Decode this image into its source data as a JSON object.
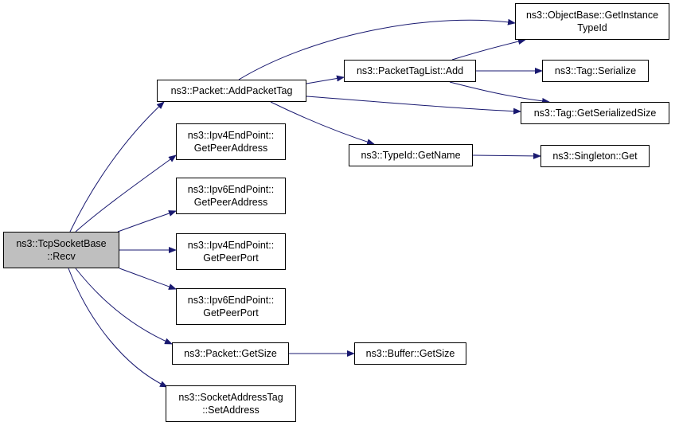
{
  "colors": {
    "edge": "#191970",
    "root_fill": "#bfbfbf",
    "node_fill": "#ffffff",
    "border": "#000000"
  },
  "nodes": {
    "tcp_recv": {
      "label": "ns3::TcpSocketBase\n::Recv"
    },
    "add_packet_tag": {
      "label": "ns3::Packet::AddPacketTag"
    },
    "ipv4_get_peer_address": {
      "label": "ns3::Ipv4EndPoint::\nGetPeerAddress"
    },
    "ipv6_get_peer_address": {
      "label": "ns3::Ipv6EndPoint::\nGetPeerAddress"
    },
    "ipv4_get_peer_port": {
      "label": "ns3::Ipv4EndPoint::\nGetPeerPort"
    },
    "ipv6_get_peer_port": {
      "label": "ns3::Ipv6EndPoint::\nGetPeerPort"
    },
    "packet_get_size": {
      "label": "ns3::Packet::GetSize"
    },
    "socket_address_tag_set_address": {
      "label": "ns3::SocketAddressTag\n::SetAddress"
    },
    "packet_tag_list_add": {
      "label": "ns3::PacketTagList::Add"
    },
    "object_base_get_instance_type_id": {
      "label": "ns3::ObjectBase::GetInstance\nTypeId"
    },
    "tag_serialize": {
      "label": "ns3::Tag::Serialize"
    },
    "tag_get_serialized_size": {
      "label": "ns3::Tag::GetSerializedSize"
    },
    "type_id_get_name": {
      "label": "ns3::TypeId::GetName"
    },
    "singleton_get": {
      "label": "ns3::Singleton::Get"
    },
    "buffer_get_size": {
      "label": "ns3::Buffer::GetSize"
    }
  },
  "edges": [
    {
      "from": "tcp_recv",
      "to": "add_packet_tag"
    },
    {
      "from": "tcp_recv",
      "to": "ipv4_get_peer_address"
    },
    {
      "from": "tcp_recv",
      "to": "ipv6_get_peer_address"
    },
    {
      "from": "tcp_recv",
      "to": "ipv4_get_peer_port"
    },
    {
      "from": "tcp_recv",
      "to": "ipv6_get_peer_port"
    },
    {
      "from": "tcp_recv",
      "to": "packet_get_size"
    },
    {
      "from": "tcp_recv",
      "to": "socket_address_tag_set_address"
    },
    {
      "from": "add_packet_tag",
      "to": "object_base_get_instance_type_id"
    },
    {
      "from": "add_packet_tag",
      "to": "packet_tag_list_add"
    },
    {
      "from": "add_packet_tag",
      "to": "tag_get_serialized_size"
    },
    {
      "from": "add_packet_tag",
      "to": "type_id_get_name"
    },
    {
      "from": "packet_tag_list_add",
      "to": "object_base_get_instance_type_id"
    },
    {
      "from": "packet_tag_list_add",
      "to": "tag_serialize"
    },
    {
      "from": "packet_tag_list_add",
      "to": "tag_get_serialized_size"
    },
    {
      "from": "type_id_get_name",
      "to": "singleton_get"
    },
    {
      "from": "packet_get_size",
      "to": "buffer_get_size"
    }
  ]
}
